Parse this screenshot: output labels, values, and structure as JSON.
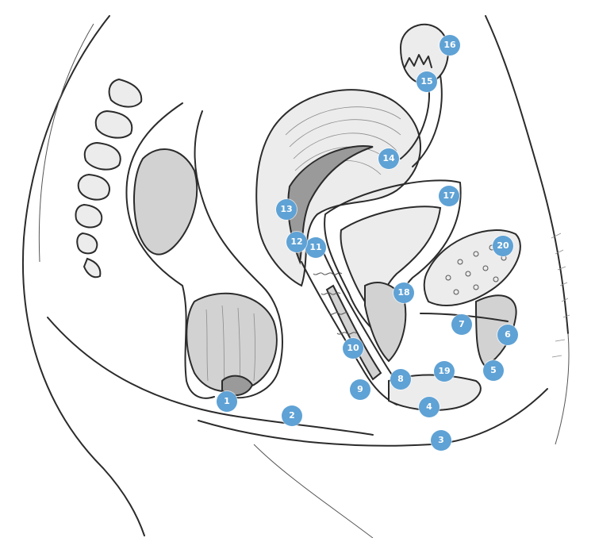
{
  "colors": {
    "marker": "#5fa2d5",
    "ink": "#2b2b2b",
    "background": "#ffffff"
  },
  "labels": [
    {
      "id": "marker-1",
      "text": "1"
    },
    {
      "id": "marker-2",
      "text": "2"
    },
    {
      "id": "marker-3",
      "text": "3"
    },
    {
      "id": "marker-4",
      "text": "4"
    },
    {
      "id": "marker-5",
      "text": "5"
    },
    {
      "id": "marker-6",
      "text": "6"
    },
    {
      "id": "marker-7",
      "text": "7"
    },
    {
      "id": "marker-8",
      "text": "8"
    },
    {
      "id": "marker-9",
      "text": "9"
    },
    {
      "id": "marker-10",
      "text": "10"
    },
    {
      "id": "marker-11",
      "text": "11"
    },
    {
      "id": "marker-12",
      "text": "12"
    },
    {
      "id": "marker-13",
      "text": "13"
    },
    {
      "id": "marker-14",
      "text": "14"
    },
    {
      "id": "marker-15",
      "text": "15"
    },
    {
      "id": "marker-16",
      "text": "16"
    },
    {
      "id": "marker-17",
      "text": "17"
    },
    {
      "id": "marker-18",
      "text": "18"
    },
    {
      "id": "marker-19",
      "text": "19"
    },
    {
      "id": "marker-20",
      "text": "20"
    }
  ]
}
